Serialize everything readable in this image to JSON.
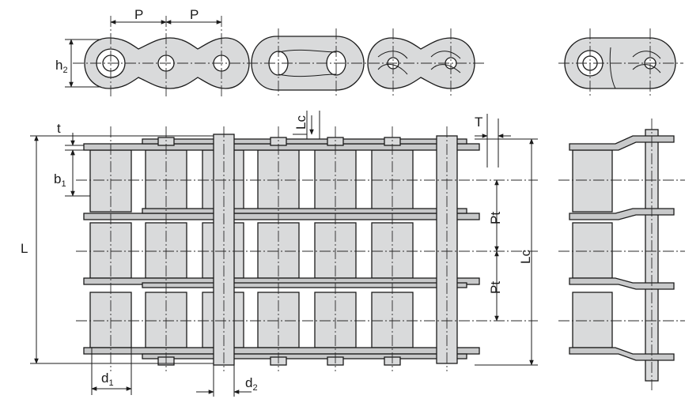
{
  "labels": {
    "pitch_left": "P",
    "pitch_right": "P",
    "plate_height": "h",
    "plate_height_sub": "2",
    "plate_thickness": "t",
    "inner_width": "b",
    "inner_width_sub": "1",
    "length_total": "L",
    "length_connecting_top": "Lc",
    "length_connecting_right": "Lc",
    "transverse_pitch_1": "Pt",
    "transverse_pitch_2": "Pt",
    "outer_plate_thickness": "T",
    "roller_diameter": "d",
    "roller_diameter_sub": "1",
    "pin_diameter": "d",
    "pin_diameter_sub": "2"
  }
}
